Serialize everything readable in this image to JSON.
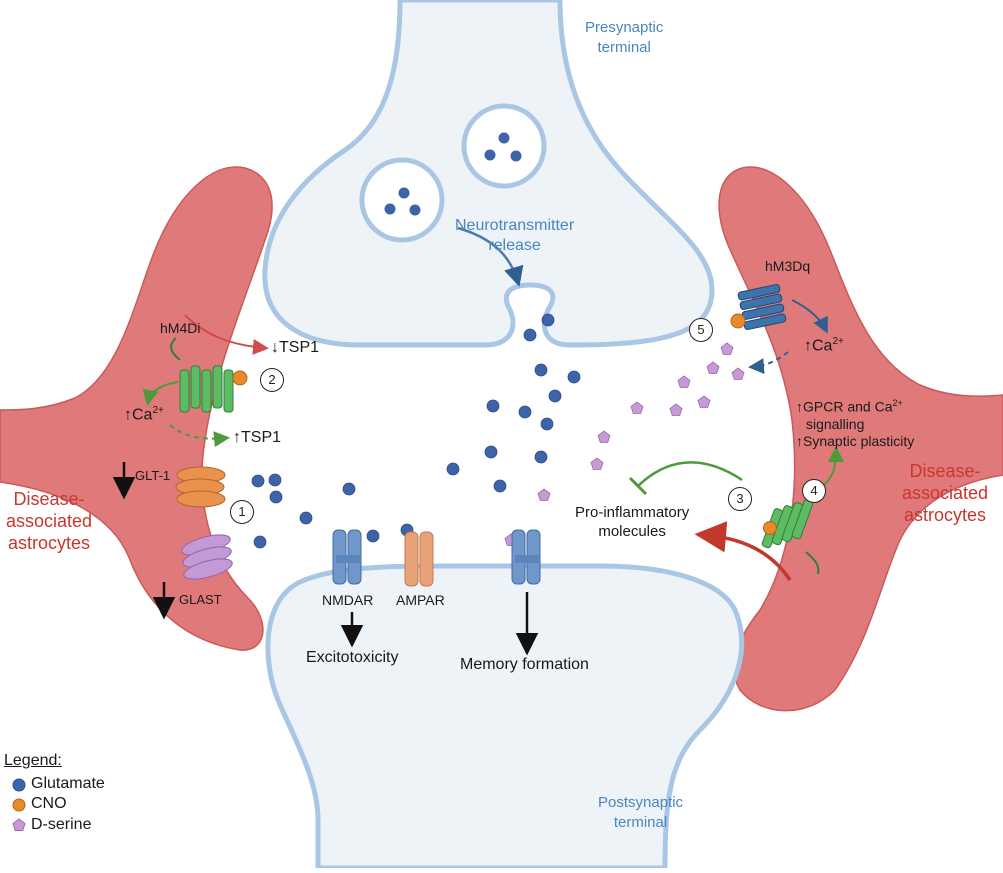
{
  "labels": {
    "presynaptic": [
      "Presynaptic",
      "terminal"
    ],
    "postsynaptic": [
      "Postsynaptic",
      "terminal"
    ],
    "neurotransmitter": [
      "Neurotransmitter",
      "release"
    ],
    "astro_left": [
      "Disease-",
      "associated",
      "astrocytes"
    ],
    "astro_right": [
      "Disease-",
      "associated",
      "astrocytes"
    ],
    "hm4di": "hM4Di",
    "hm3dq": "hM3Dq",
    "tsp1_down": "↓TSP1",
    "tsp1_up": "↑TSP1",
    "ca_left": "↑Ca",
    "ca_right": "↑Ca",
    "ca_sup": "2+",
    "glt1": "GLT-1",
    "glast": "GLAST",
    "nmdar": "NMDAR",
    "ampar": "AMPAR",
    "excitotoxicity": "Excitotoxicity",
    "memory": "Memory formation",
    "proinflammatory": [
      "Pro-inflammatory",
      "molecules"
    ],
    "gpcr_line1": "↑GPCR and Ca",
    "gpcr_line2": "signalling",
    "gpcr_line3": "↑Synaptic plasticity"
  },
  "steps": [
    "1",
    "2",
    "3",
    "4",
    "5"
  ],
  "legend": {
    "title": "Legend:",
    "items": [
      {
        "label": "Glutamate",
        "color": "#3f63a8"
      },
      {
        "label": "CNO",
        "color": "#e8892a"
      },
      {
        "label": "D-serine",
        "color": "#c79ad6"
      }
    ]
  },
  "colors": {
    "astrocyte": "#e07a7a",
    "neuron_fill": "#eef3f8",
    "neuron_border": "#a9c6e4",
    "glutamate": "#3f63a8",
    "dserine": "#c79ad6",
    "receptor_green": "#5dbb63",
    "receptor_blue": "#3f73ae",
    "receptor_orange": "#e9a278"
  }
}
